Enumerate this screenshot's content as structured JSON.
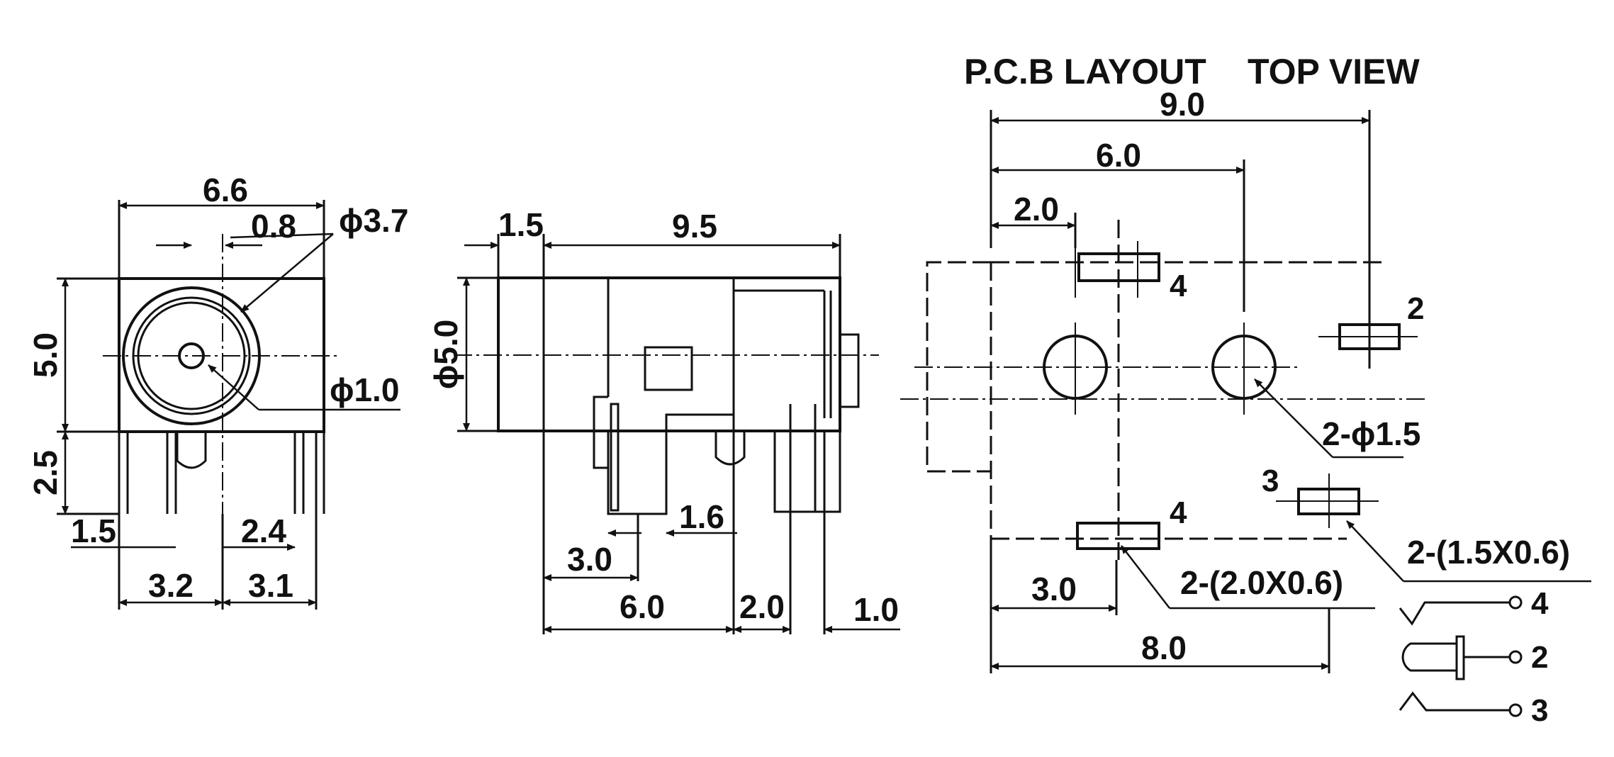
{
  "headings": {
    "pcb_layout": "P.C.B LAYOUT",
    "top_view": "TOP VIEW"
  },
  "front_view": {
    "width": "6.6",
    "offset": "0.8",
    "outer_dia": "ϕ3.7",
    "pin_dia": "ϕ1.0",
    "body_height": "5.0",
    "pin_length": "2.5",
    "pin_a": "1.5",
    "pin_b": "2.4",
    "spacing_a": "3.2",
    "spacing_b": "3.1"
  },
  "side_view": {
    "front_len": "1.5",
    "body_len": "9.5",
    "diameter": "ϕ5.0",
    "pin_w": "1.6",
    "pin_a": "3.0",
    "pin_b": "6.0",
    "pin_c": "2.0",
    "pin_d": "1.0"
  },
  "pcb_view": {
    "total_w": "9.0",
    "hole_span": "6.0",
    "pad4_x": "2.0",
    "pad_x": "3.0",
    "bottom_w": "8.0",
    "hole_note": "2-ϕ1.5",
    "slot3_note": "2-(1.5X0.6)",
    "slot4_note": "2-(2.0X0.6)",
    "pad_labels": {
      "top4": "4",
      "right2": "2",
      "mid3": "3",
      "bot4": "4"
    }
  },
  "schematic": {
    "pins": [
      "4",
      "2",
      "3"
    ]
  }
}
